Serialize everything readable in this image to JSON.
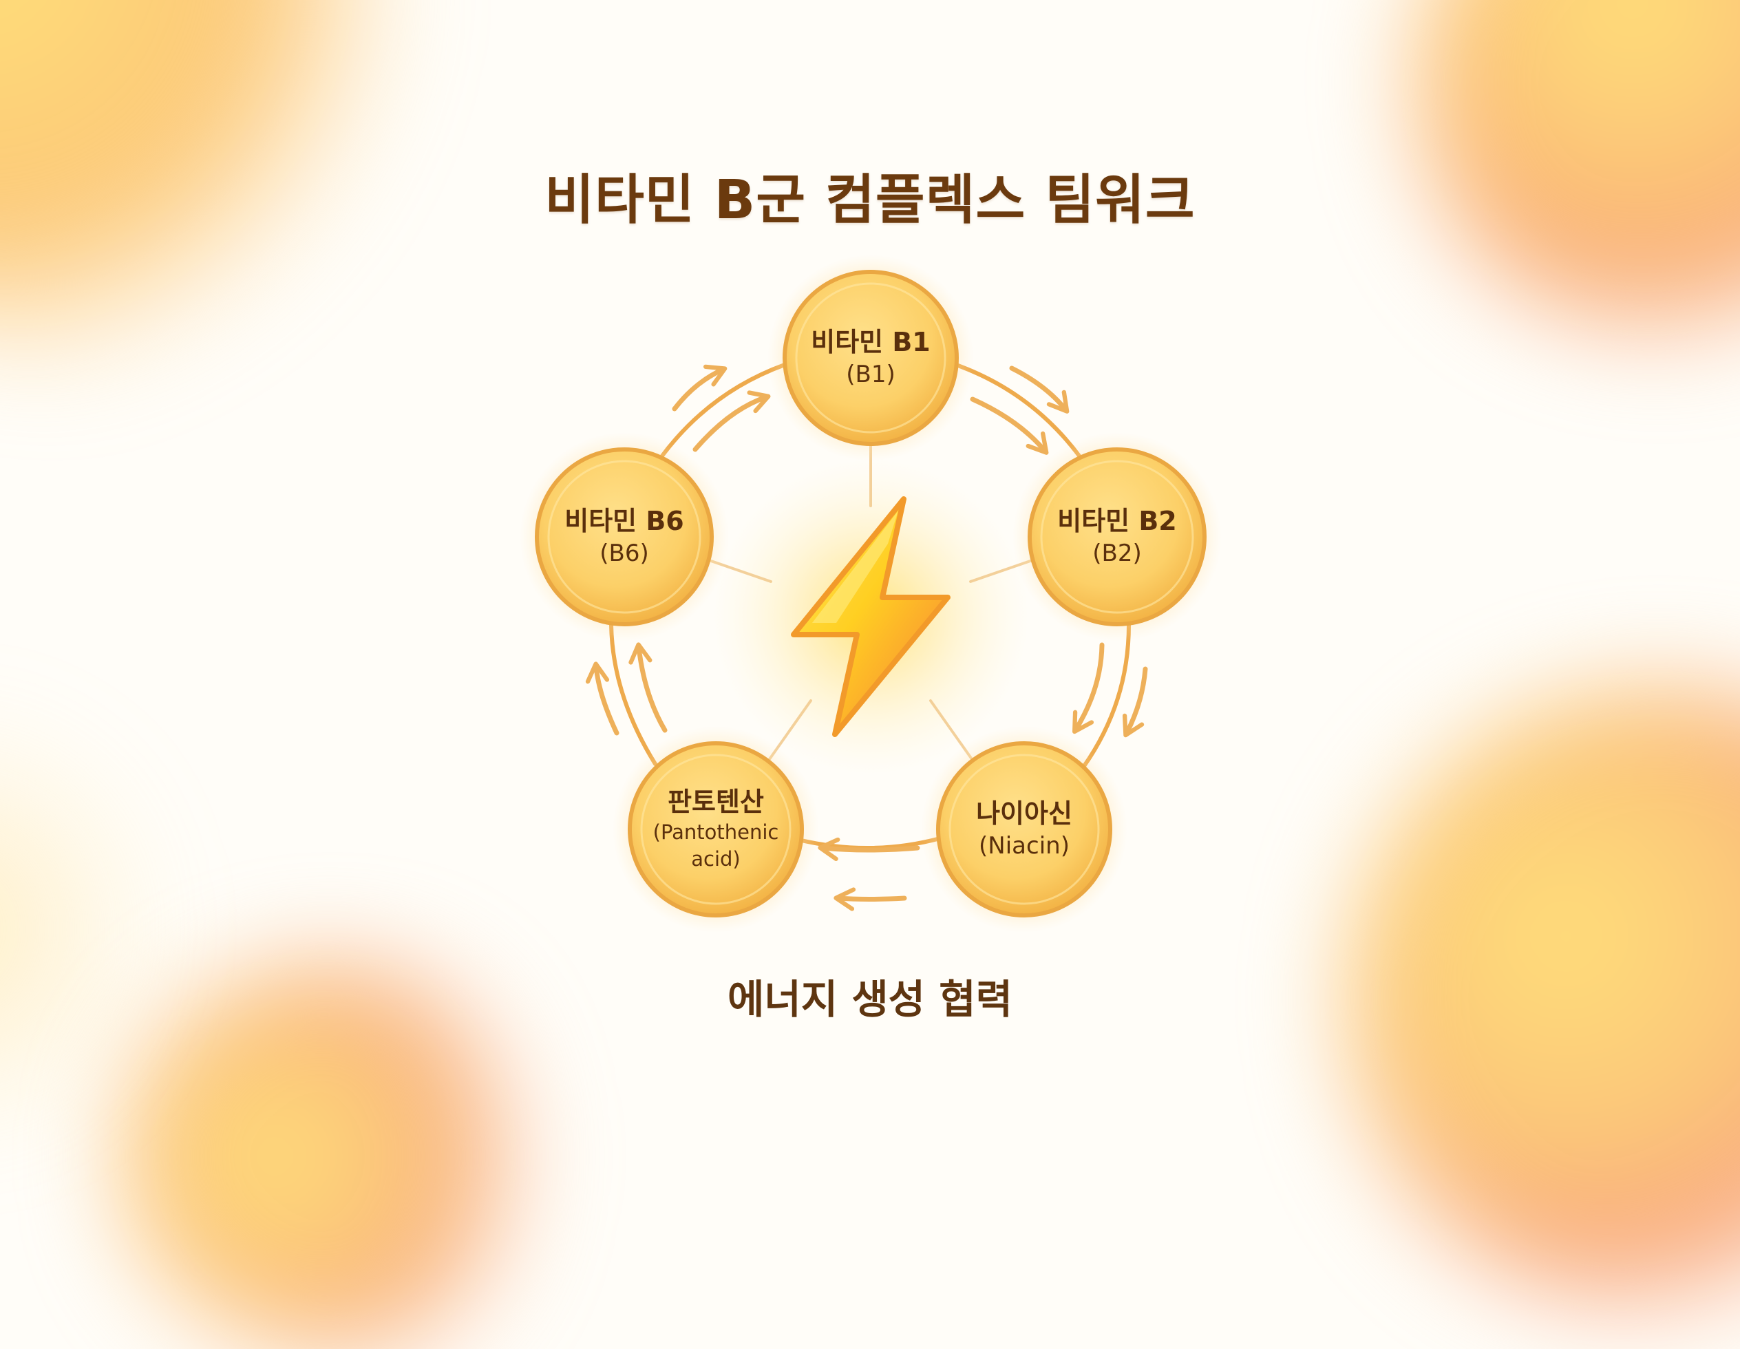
{
  "title": "비타민 B군 컴플렉스 팀워크",
  "subtitle": "에너지 생성 협력",
  "center_icon": "lightning-bolt-icon",
  "nodes": [
    {
      "id": "b1",
      "title": "비타민 B1",
      "sub": "(B1)"
    },
    {
      "id": "b2",
      "title": "비타민 B2",
      "sub": "(B2)"
    },
    {
      "id": "niacin",
      "title": "나이아신",
      "sub": "(Niacin)"
    },
    {
      "id": "pantothenic",
      "title": "판토텐산",
      "sub_line1": "(Pantothenic",
      "sub_line2": "acid)"
    },
    {
      "id": "b6",
      "title": "비타민 B6",
      "sub": "(B6)"
    }
  ],
  "cycle_order": [
    "비타민 B1",
    "비타민 B2",
    "나이아신",
    "판토텐산",
    "비타민 B6"
  ],
  "colors": {
    "title_text": "#6b3a0e",
    "node_fill": "#fcd26a",
    "node_border": "#eaa742",
    "arrow": "#eeb05a",
    "bolt_yellow": "#ffd52a",
    "bolt_orange": "#f7862a",
    "background": "#fffdf8"
  }
}
